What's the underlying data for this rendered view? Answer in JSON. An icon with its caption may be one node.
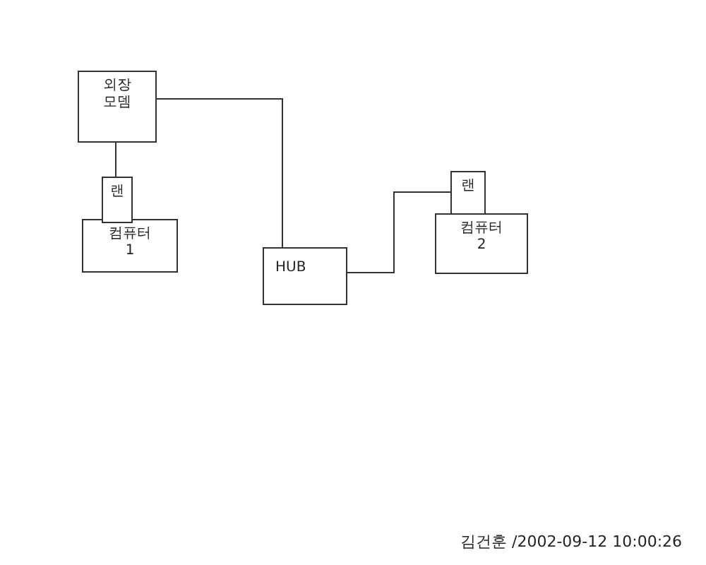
{
  "diagram": {
    "nodes": [
      {
        "text": [
          "외장모뎀"
        ]
      },
      {
        "text": [
          "랜"
        ]
      },
      {
        "text": [
          "컴퓨터1"
        ]
      },
      {
        "text": [
          "HUB"
        ]
      },
      {
        "text": [
          "랜"
        ]
      },
      {
        "text": [
          "컴퓨터2"
        ]
      }
    ],
    "edges": [
      {
        "from": 0,
        "to": 1,
        "arrow": "none"
      },
      {
        "from": 0,
        "to": 3,
        "arrow": "none"
      },
      {
        "from": 3,
        "to": 4,
        "arrow": "none"
      }
    ],
    "labels": [
      "김건훈 /2002-09-12 10:00:26"
    ]
  }
}
